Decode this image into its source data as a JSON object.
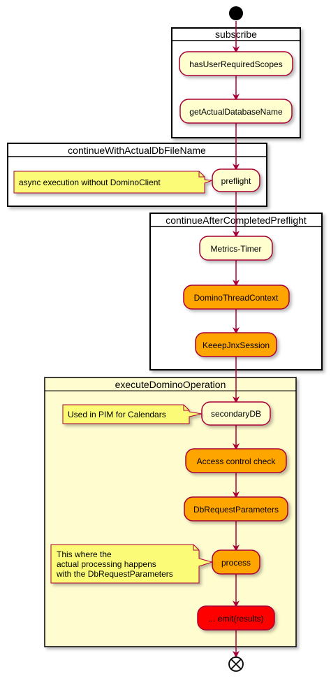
{
  "swimlanes": {
    "subscribe": "subscribe",
    "continue_with_actual_db_file_name": "continueWithActualDbFileName",
    "continue_after_completed_preflight": "continueAfterCompletedPreflight",
    "execute_domino_operation": "executeDominoOperation"
  },
  "activities": {
    "has_user_required_scopes": "hasUserRequiredScopes",
    "get_actual_database_name": "getActualDatabaseName",
    "preflight": "preflight",
    "metrics_timer": "Metrics-Timer",
    "domino_thread_context": "DominoThreadContext",
    "keeep_jnx_session": "KeeepJnxSession",
    "secondary_db": "secondaryDB",
    "access_control_check": "Access control check",
    "db_request_parameters": "DbRequestParameters",
    "process": "process",
    "emit_results": "... emit(results)"
  },
  "notes": {
    "async_execution": "async execution without DominoClient",
    "used_in_pim": "Used in PIM for Calendars",
    "processing": {
      "line1": "This where the",
      "line2": "actual processing happens",
      "line3": "with the DbRequestParameters"
    }
  },
  "colors": {
    "activity_default": "#FEFECE",
    "activity_highlight": "#FFA500",
    "activity_emit": "#FF0000",
    "activity_border": "#A80036",
    "note_fill": "#FBFB77",
    "execute_group_fill": "#FFFCD0",
    "arrow": "#A80036"
  }
}
